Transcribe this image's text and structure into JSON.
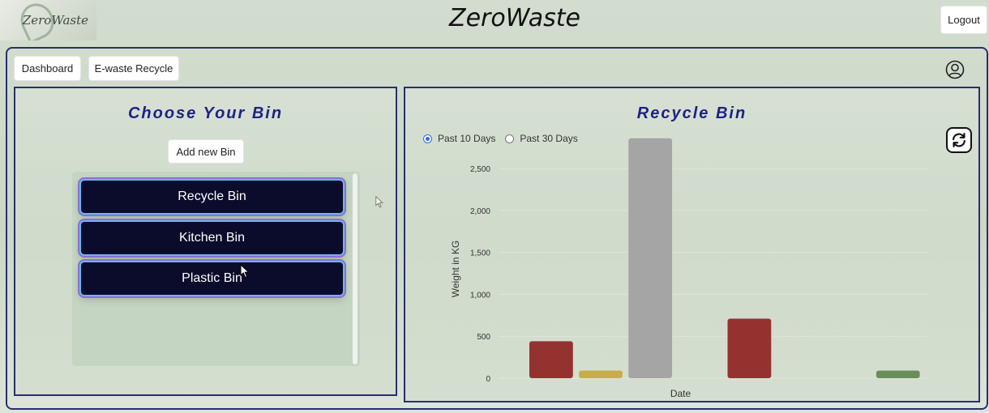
{
  "app": {
    "logo_text": "ZeroWaste",
    "title": "ZeroWaste",
    "logout_label": "Logout"
  },
  "nav": {
    "dashboard_label": "Dashboard",
    "ewaste_label": "E-waste Recycle",
    "profile_icon": "user-circle-icon"
  },
  "left_panel": {
    "title": "Choose Your Bin",
    "add_button_label": "Add new Bin",
    "bins": [
      {
        "label": "Recycle Bin"
      },
      {
        "label": "Kitchen Bin"
      },
      {
        "label": "Plastic Bin"
      }
    ]
  },
  "right_panel": {
    "title": "Recycle Bin",
    "radio_options": [
      {
        "label": "Past 10 Days",
        "selected": true
      },
      {
        "label": "Past 30 Days",
        "selected": false
      }
    ],
    "refresh_icon": "refresh-icon"
  },
  "chart_data": {
    "type": "bar",
    "xlabel": "Date",
    "ylabel": "Weight in KG",
    "ylim": [
      0,
      2800
    ],
    "yticks": [
      0,
      500,
      1000,
      1500,
      2000,
      2500
    ],
    "ytick_labels": [
      "0",
      "500",
      "1,000",
      "1,500",
      "2,000",
      "2,500"
    ],
    "categories": [
      "",
      "",
      "",
      "",
      "",
      "",
      "",
      ""
    ],
    "values": [
      440,
      90,
      2860,
      0,
      710,
      0,
      0,
      90
    ],
    "colors": [
      "#943230",
      "#c7ad4a",
      "#a5a5a5",
      "#943230",
      "#943230",
      "#943230",
      "#943230",
      "#6a8e5a"
    ],
    "grid": true,
    "legend": "none"
  }
}
